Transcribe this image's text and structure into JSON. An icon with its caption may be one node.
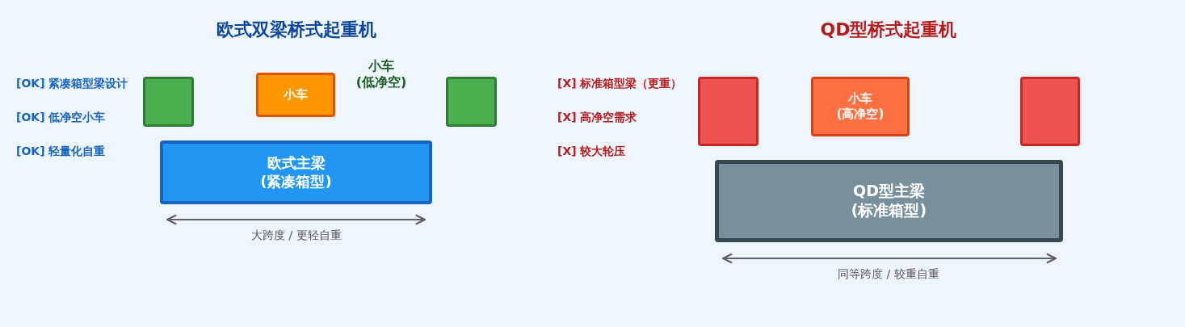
{
  "diagram": {
    "nodes": [
      {
        "text": [],
        "shape": "box"
      },
      {
        "text": [
          "小车"
        ]
      },
      {
        "text": [],
        "shape": "box"
      },
      {
        "text": [
          "欧式主梁 (紧凑箱型)"
        ]
      },
      {
        "text": [],
        "shape": "box"
      },
      {
        "text": [
          "小车 (高净空)"
        ]
      },
      {
        "text": [],
        "shape": "box"
      },
      {
        "text": [
          "QD型主梁 (标准箱型)"
        ]
      }
    ],
    "labels": [
      "欧式双梁桥式起重机",
      "QD型桥式起重机",
      "[OK] 紧凑箱型梁设计",
      "[OK] 低净空小车",
      "[OK] 轻量化自重",
      "小车 (低净空)",
      "大跨度 / 更轻自重",
      "[X] 标准箱型梁（更重）",
      "[X] 高净空需求",
      "[X] 较大轮压",
      "同等跨度 / 较重自重"
    ]
  }
}
